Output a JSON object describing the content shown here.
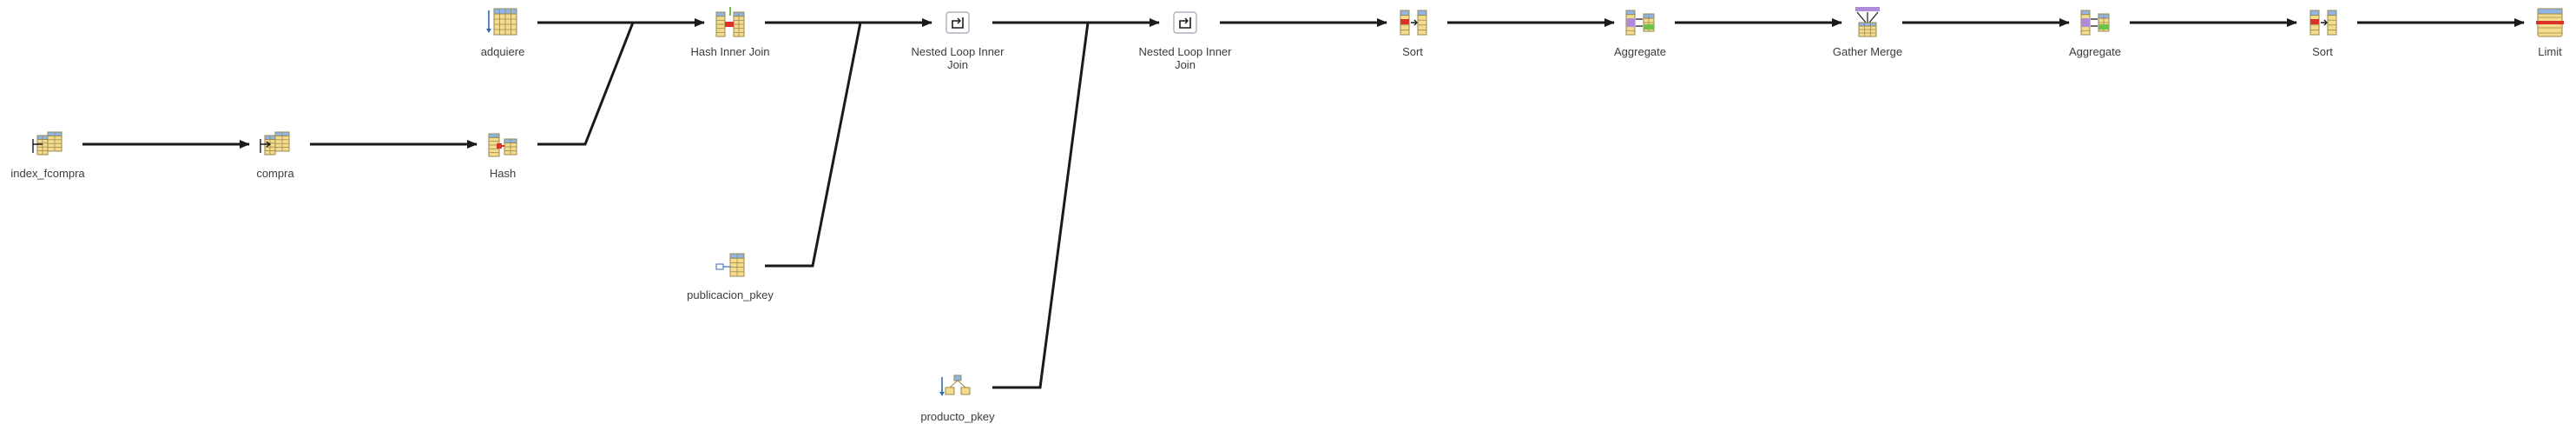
{
  "diagram": {
    "type": "query-plan",
    "nodes": [
      {
        "id": "index_fcompra",
        "label": [
          "index_fcompra"
        ],
        "icon": "index-only-scan-icon"
      },
      {
        "id": "compra",
        "label": [
          "compra"
        ],
        "icon": "bitmap-heap-scan-icon"
      },
      {
        "id": "adquiere",
        "label": [
          "adquiere"
        ],
        "icon": "seq-scan-icon"
      },
      {
        "id": "hash",
        "label": [
          "Hash"
        ],
        "icon": "hash-icon"
      },
      {
        "id": "hash_join",
        "label": [
          "Hash Inner Join"
        ],
        "icon": "hash-join-icon"
      },
      {
        "id": "publicacion_pkey",
        "label": [
          "publicacion_pkey"
        ],
        "icon": "index-scan-icon"
      },
      {
        "id": "nl_join_1",
        "label": [
          "Nested Loop Inner",
          "Join"
        ],
        "icon": "nested-loop-icon"
      },
      {
        "id": "producto_pkey",
        "label": [
          "producto_pkey"
        ],
        "icon": "index-scan-tree-icon"
      },
      {
        "id": "nl_join_2",
        "label": [
          "Nested Loop Inner",
          "Join"
        ],
        "icon": "nested-loop-icon"
      },
      {
        "id": "sort_1",
        "label": [
          "Sort"
        ],
        "icon": "sort-icon"
      },
      {
        "id": "aggregate_1",
        "label": [
          "Aggregate"
        ],
        "icon": "aggregate-icon"
      },
      {
        "id": "gather_merge",
        "label": [
          "Gather Merge"
        ],
        "icon": "gather-merge-icon"
      },
      {
        "id": "aggregate_2",
        "label": [
          "Aggregate"
        ],
        "icon": "aggregate-icon"
      },
      {
        "id": "sort_2",
        "label": [
          "Sort"
        ],
        "icon": "sort-icon"
      },
      {
        "id": "limit",
        "label": [
          "Limit"
        ],
        "icon": "limit-icon"
      }
    ],
    "edges": [
      {
        "from": "index_fcompra",
        "to": "compra"
      },
      {
        "from": "compra",
        "to": "hash"
      },
      {
        "from": "adquiere",
        "to": "hash_join"
      },
      {
        "from": "hash",
        "to": "hash_join"
      },
      {
        "from": "hash_join",
        "to": "nl_join_1"
      },
      {
        "from": "publicacion_pkey",
        "to": "nl_join_1"
      },
      {
        "from": "nl_join_1",
        "to": "nl_join_2"
      },
      {
        "from": "producto_pkey",
        "to": "nl_join_2"
      },
      {
        "from": "nl_join_2",
        "to": "sort_1"
      },
      {
        "from": "sort_1",
        "to": "aggregate_1"
      },
      {
        "from": "aggregate_1",
        "to": "gather_merge"
      },
      {
        "from": "gather_merge",
        "to": "aggregate_2"
      },
      {
        "from": "aggregate_2",
        "to": "sort_2"
      },
      {
        "from": "sort_2",
        "to": "limit"
      }
    ],
    "colors": {
      "edge": "#1a1a1a",
      "label": "#3c3c3c",
      "table_fill": "#f5dc8c",
      "table_header": "#8fb4e8",
      "table_border": "#9a8a50",
      "accent_red": "#d9322b",
      "accent_green": "#6cc24a",
      "accent_purple": "#b08cd8",
      "index_blue": "#2f6db5"
    }
  }
}
